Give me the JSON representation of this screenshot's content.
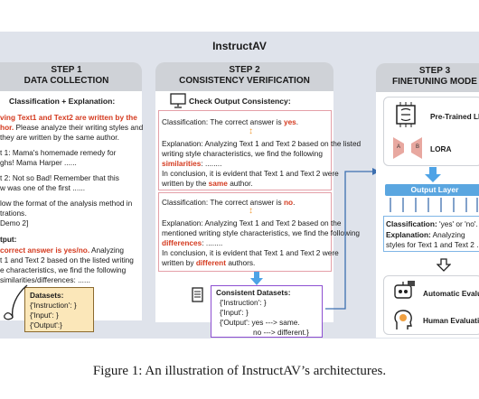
{
  "title": "InstructAV",
  "caption": "Figure 1: An illustration of InstructAV’s architectures.",
  "step1": {
    "head1": "STEP 1",
    "head2": "DATA COLLECTION",
    "subtitle": "Classification + Explanation:",
    "l1a": "ving Text1 and Text2 are written by the",
    "l1b": "hor.",
    "l1c": " Please analyze their writing styles and",
    "l2": "they are written by the same author.",
    "l3": "t 1:  Mama's homemade remedy for",
    "l4": "ghs! Mama Harper ......",
    "l5": "t 2:  Not so Bad! Remember that this",
    "l6": "w was one of the first ......",
    "l7": "low the format of the analysis method in",
    "l8": "trations.",
    "l9": "Demo 2]",
    "l10": "tput:",
    "l11a": "correct answer is yes/no.",
    "l11b": " Analyzing",
    "l12": "t 1 and Text 2 based on the listed writing",
    "l13": "e characteristics, we find the following",
    "l14": "similarities/differences: ......",
    "datasets_title": "Datasets:",
    "ds1": "{'Instruction': }",
    "ds2": "{'Input': }",
    "ds3": "{'Output':}"
  },
  "step2": {
    "head1": "STEP 2",
    "head2": "CONSISTENCY VERIFICATION",
    "check": "Check Output Consistency:",
    "b1_cls_a": "Classification: The correct answer is ",
    "b1_cls_b": "yes",
    "b1_cls_c": ".",
    "b1_e1": "Explanation: Analyzing Text 1 and Text 2 based on the listed",
    "b1_e2": "writing  style  characteristics,  we  find  the  following",
    "b1_e3": "similarities",
    "b1_e3b": ": ........",
    "b1_e4": "In conclusion, it is evident that Text 1 and Text 2 were",
    "b1_e5a": "written by the ",
    "b1_e5b": "same",
    "b1_e5c": " author.",
    "b2_cls_a": "Classification: The correct answer is ",
    "b2_cls_b": "no",
    "b2_cls_c": ".",
    "b2_e1": "Explanation: Analyzing Text 1 and Text 2 based on the",
    "b2_e2": "mentioned writing style characteristics, we find the following",
    "b2_e3": "differences",
    "b2_e3b": ": ........",
    "b2_e4": "In conclusion, it is evident that Text 1 and Text 2 were",
    "b2_e5a": "written by ",
    "b2_e5b": "different",
    "b2_e5c": " authors.",
    "consistent": "Consistent Datasets:",
    "c1": "{'Instruction': }",
    "c2": "{'Input': }",
    "c3": "{'Output': yes ---> same.",
    "c4": "no ---> different.}"
  },
  "step3": {
    "head1": "STEP 3",
    "head2": "FINETUNING MODE",
    "pretrained": "Pre-Trained LL",
    "lora": "LORA",
    "lora_a": "A",
    "lora_b": "B",
    "output_layer": "Output Layer",
    "cls_a": "Classification:",
    "cls_b": " 'yes' or 'no'.",
    "exp_a": "Explanation:",
    "exp_b": "     Analyzing",
    "exp_c": "styles for Text 1 and Text 2 ..",
    "auto": "Automatic Evalu",
    "human": "Human Evaluati"
  },
  "colors": {
    "accent_red": "#d43a1f",
    "purple_border": "#8d4fd1",
    "blue_arrow": "#4ea3e6",
    "orange_arrow": "#f0a040"
  }
}
